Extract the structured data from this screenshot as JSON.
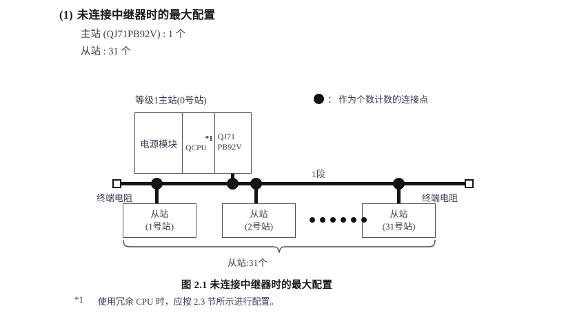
{
  "heading": {
    "number": "(1)",
    "title": "未连接中继器时的最大配置",
    "specs": [
      "主站 (QJ71PB92V) : 1 个",
      "从站 : 31 个"
    ]
  },
  "diagram": {
    "legend": {
      "icon": "filled-circle",
      "separator": "：",
      "text": "作为个数计数的连接点"
    },
    "master": {
      "caption": "等级1主站(0号站)",
      "modules": [
        {
          "name": "电源模块"
        },
        {
          "name": "QCPU",
          "note": "*1"
        },
        {
          "name_line1": "QJ71",
          "name_line2": "PB92V"
        }
      ]
    },
    "bus": {
      "segment_label": "1段",
      "terminator_left_label": "终端电阻",
      "terminator_right_label": "终端电阻",
      "terminator_icon": "open-square"
    },
    "slaves": [
      {
        "name": "从站",
        "station": "(1号站)"
      },
      {
        "name": "从站",
        "station": "(2号站)"
      },
      {
        "name": "从站",
        "station": "(31号站)"
      }
    ],
    "ellipsis_dot_count": 6,
    "brace_label": "从站:31个"
  },
  "figure_caption": "图 2.1  未连接中继器时的最大配置",
  "footnote": {
    "mark": "*1",
    "text": "使用冗余 CPU 时，应按 2.3 节所示进行配置。"
  },
  "colors": {
    "ink": "#141414",
    "body_text": "#3a3a52",
    "box_border": "#555555",
    "page_background": "#ffffff"
  }
}
